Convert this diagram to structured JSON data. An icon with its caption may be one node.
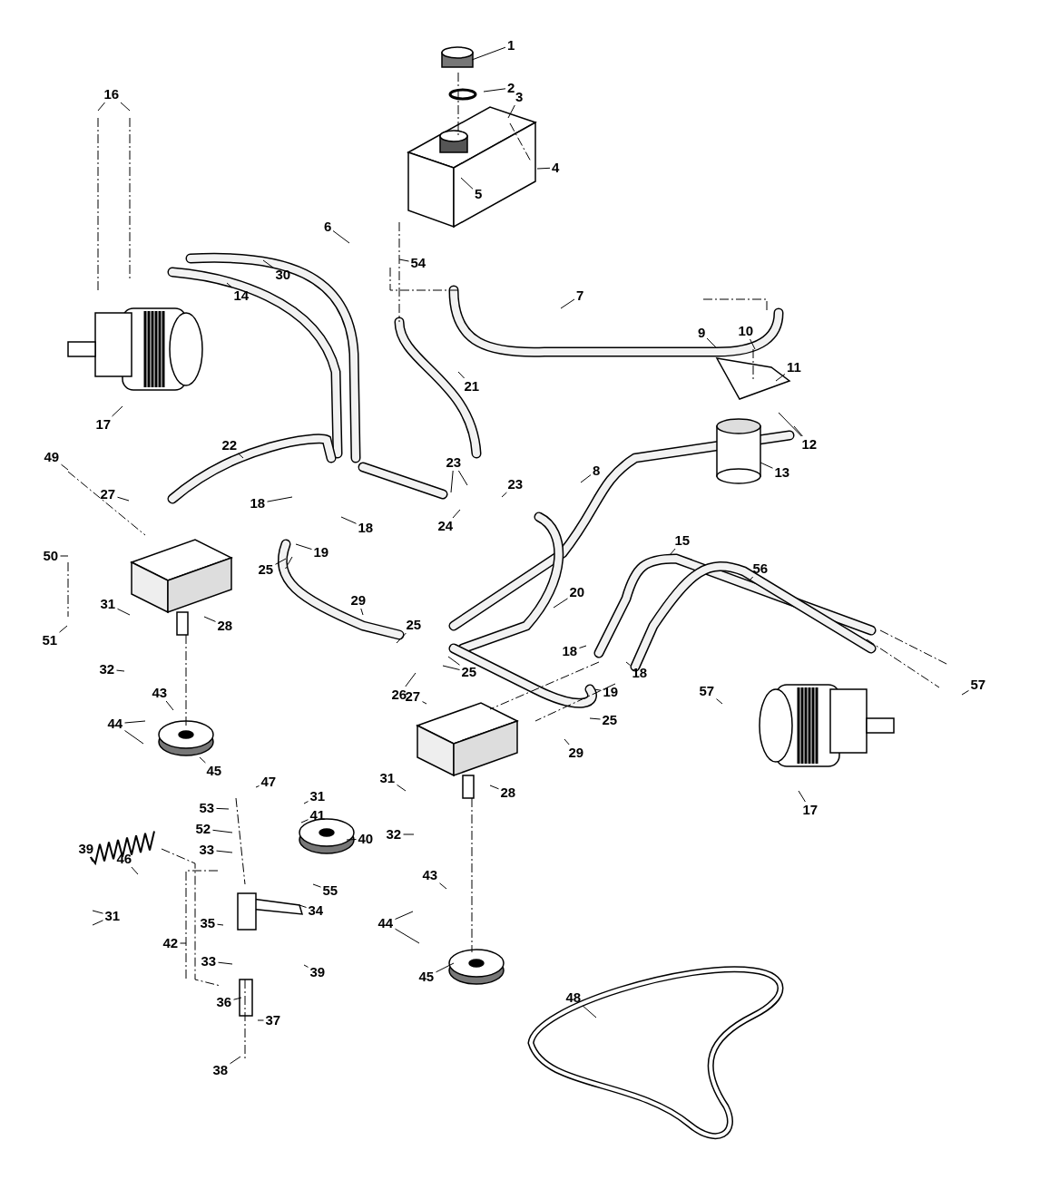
{
  "diagram": {
    "nodes": [
      {
        "text": [
          "1"
        ]
      },
      {
        "text": [
          "2"
        ]
      },
      {
        "text": [
          "16"
        ]
      },
      {
        "text": [
          "3"
        ]
      },
      {
        "text": [
          "4"
        ]
      },
      {
        "text": [
          "5"
        ]
      },
      {
        "text": [
          "6"
        ]
      },
      {
        "text": [
          "54"
        ]
      },
      {
        "text": [
          "30"
        ]
      },
      {
        "text": [
          "7"
        ]
      },
      {
        "text": [
          "14"
        ]
      },
      {
        "text": [
          "9"
        ]
      },
      {
        "text": [
          "10"
        ]
      },
      {
        "text": [
          "11"
        ]
      },
      {
        "text": [
          "21"
        ]
      },
      {
        "text": [
          "17"
        ]
      },
      {
        "text": [
          "12"
        ]
      },
      {
        "text": [
          "22"
        ]
      },
      {
        "text": [
          "49"
        ]
      },
      {
        "text": [
          "23"
        ]
      },
      {
        "text": [
          "8"
        ]
      },
      {
        "text": [
          "13"
        ]
      },
      {
        "text": [
          "23"
        ]
      },
      {
        "text": [
          "27"
        ]
      },
      {
        "text": [
          "18"
        ]
      },
      {
        "text": [
          "24"
        ]
      },
      {
        "text": [
          "18"
        ]
      },
      {
        "text": [
          "15"
        ]
      },
      {
        "text": [
          "19"
        ]
      },
      {
        "text": [
          "50"
        ]
      },
      {
        "text": [
          "25"
        ]
      },
      {
        "text": [
          "56"
        ]
      },
      {
        "text": [
          "20"
        ]
      },
      {
        "text": [
          "29"
        ]
      },
      {
        "text": [
          "31"
        ]
      },
      {
        "text": [
          "25"
        ]
      },
      {
        "text": [
          "28"
        ]
      },
      {
        "text": [
          "51"
        ]
      },
      {
        "text": [
          "18"
        ]
      },
      {
        "text": [
          "32"
        ]
      },
      {
        "text": [
          "25"
        ]
      },
      {
        "text": [
          "18"
        ]
      },
      {
        "text": [
          "57"
        ]
      },
      {
        "text": [
          "57"
        ]
      },
      {
        "text": [
          "19"
        ]
      },
      {
        "text": [
          "43"
        ]
      },
      {
        "text": [
          "26"
        ]
      },
      {
        "text": [
          "27"
        ]
      },
      {
        "text": [
          "25"
        ]
      },
      {
        "text": [
          "44"
        ]
      },
      {
        "text": [
          "29"
        ]
      },
      {
        "text": [
          "45"
        ]
      },
      {
        "text": [
          "31"
        ]
      },
      {
        "text": [
          "47"
        ]
      },
      {
        "text": [
          "28"
        ]
      },
      {
        "text": [
          "31"
        ]
      },
      {
        "text": [
          "53"
        ]
      },
      {
        "text": [
          "17"
        ]
      },
      {
        "text": [
          "41"
        ]
      },
      {
        "text": [
          "52"
        ]
      },
      {
        "text": [
          "32"
        ]
      },
      {
        "text": [
          "40"
        ]
      },
      {
        "text": [
          "39"
        ]
      },
      {
        "text": [
          "33"
        ]
      },
      {
        "text": [
          "46"
        ]
      },
      {
        "text": [
          "43"
        ]
      },
      {
        "text": [
          "55"
        ]
      },
      {
        "text": [
          "34"
        ]
      },
      {
        "text": [
          "31"
        ]
      },
      {
        "text": [
          "35"
        ]
      },
      {
        "text": [
          "44"
        ]
      },
      {
        "text": [
          "42"
        ]
      },
      {
        "text": [
          "33"
        ]
      },
      {
        "text": [
          "39"
        ]
      },
      {
        "text": [
          "45"
        ]
      },
      {
        "text": [
          "48"
        ]
      },
      {
        "text": [
          "36"
        ]
      },
      {
        "text": [
          "37"
        ]
      },
      {
        "text": [
          "38"
        ]
      }
    ],
    "edges": [
      {
        "from": 0,
        "to": null,
        "arrow": "none"
      },
      {
        "from": 1,
        "to": null,
        "arrow": "none"
      },
      {
        "from": 2,
        "to": null,
        "arrow": "none"
      },
      {
        "from": 2,
        "to": null,
        "arrow": "none"
      },
      {
        "from": 3,
        "to": null,
        "arrow": "none"
      },
      {
        "from": 4,
        "to": null,
        "arrow": "none"
      },
      {
        "from": 5,
        "to": null,
        "arrow": "none"
      },
      {
        "from": 6,
        "to": null,
        "arrow": "none"
      },
      {
        "from": 7,
        "to": null,
        "arrow": "none"
      },
      {
        "from": 8,
        "to": null,
        "arrow": "none"
      },
      {
        "from": 9,
        "to": null,
        "arrow": "none"
      },
      {
        "from": 10,
        "to": null,
        "arrow": "none"
      },
      {
        "from": 11,
        "to": null,
        "arrow": "none"
      },
      {
        "from": 12,
        "to": null,
        "arrow": "none"
      },
      {
        "from": 13,
        "to": null,
        "arrow": "none"
      },
      {
        "from": 14,
        "to": null,
        "arrow": "none"
      },
      {
        "from": 15,
        "to": null,
        "arrow": "none"
      },
      {
        "from": 16,
        "to": null,
        "arrow": "none"
      },
      {
        "from": 16,
        "to": null,
        "arrow": "none"
      },
      {
        "from": 17,
        "to": null,
        "arrow": "none"
      },
      {
        "from": 18,
        "to": null,
        "arrow": "none"
      },
      {
        "from": 19,
        "to": null,
        "arrow": "none"
      },
      {
        "from": 19,
        "to": null,
        "arrow": "none"
      },
      {
        "from": 20,
        "to": null,
        "arrow": "none"
      },
      {
        "from": 21,
        "to": null,
        "arrow": "none"
      },
      {
        "from": 22,
        "to": null,
        "arrow": "none"
      },
      {
        "from": 23,
        "to": null,
        "arrow": "none"
      },
      {
        "from": 24,
        "to": null,
        "arrow": "none"
      },
      {
        "from": 25,
        "to": null,
        "arrow": "none"
      },
      {
        "from": 26,
        "to": null,
        "arrow": "none"
      },
      {
        "from": 27,
        "to": null,
        "arrow": "none"
      },
      {
        "from": 28,
        "to": null,
        "arrow": "none"
      },
      {
        "from": 29,
        "to": null,
        "arrow": "none"
      },
      {
        "from": 30,
        "to": null,
        "arrow": "none"
      },
      {
        "from": 31,
        "to": null,
        "arrow": "none"
      },
      {
        "from": 32,
        "to": null,
        "arrow": "none"
      },
      {
        "from": 33,
        "to": null,
        "arrow": "none"
      },
      {
        "from": 34,
        "to": null,
        "arrow": "none"
      },
      {
        "from": 35,
        "to": null,
        "arrow": "none"
      },
      {
        "from": 36,
        "to": null,
        "arrow": "none"
      },
      {
        "from": 37,
        "to": null,
        "arrow": "none"
      },
      {
        "from": 38,
        "to": null,
        "arrow": "none"
      },
      {
        "from": 39,
        "to": null,
        "arrow": "none"
      },
      {
        "from": 40,
        "to": null,
        "arrow": "none"
      },
      {
        "from": 40,
        "to": null,
        "arrow": "none"
      },
      {
        "from": 41,
        "to": null,
        "arrow": "none"
      },
      {
        "from": 42,
        "to": null,
        "arrow": "none"
      },
      {
        "from": 43,
        "to": null,
        "arrow": "none"
      },
      {
        "from": 44,
        "to": null,
        "arrow": "none"
      },
      {
        "from": 45,
        "to": null,
        "arrow": "none"
      },
      {
        "from": 46,
        "to": null,
        "arrow": "none"
      },
      {
        "from": 47,
        "to": null,
        "arrow": "none"
      },
      {
        "from": 48,
        "to": null,
        "arrow": "none"
      },
      {
        "from": 49,
        "to": null,
        "arrow": "none"
      },
      {
        "from": 49,
        "to": null,
        "arrow": "none"
      },
      {
        "from": 50,
        "to": null,
        "arrow": "none"
      },
      {
        "from": 51,
        "to": null,
        "arrow": "none"
      },
      {
        "from": 52,
        "to": null,
        "arrow": "none"
      },
      {
        "from": 53,
        "to": null,
        "arrow": "none"
      },
      {
        "from": 54,
        "to": null,
        "arrow": "none"
      },
      {
        "from": 55,
        "to": null,
        "arrow": "none"
      },
      {
        "from": 56,
        "to": null,
        "arrow": "none"
      },
      {
        "from": 57,
        "to": null,
        "arrow": "none"
      },
      {
        "from": 58,
        "to": null,
        "arrow": "none"
      },
      {
        "from": 59,
        "to": null,
        "arrow": "none"
      },
      {
        "from": 60,
        "to": null,
        "arrow": "none"
      },
      {
        "from": 61,
        "to": null,
        "arrow": "none"
      },
      {
        "from": 62,
        "to": null,
        "arrow": "none"
      },
      {
        "from": 63,
        "to": null,
        "arrow": "none"
      },
      {
        "from": 64,
        "to": null,
        "arrow": "none"
      },
      {
        "from": 65,
        "to": null,
        "arrow": "none"
      },
      {
        "from": 66,
        "to": null,
        "arrow": "none"
      },
      {
        "from": 67,
        "to": null,
        "arrow": "none"
      },
      {
        "from": 68,
        "to": null,
        "arrow": "none"
      },
      {
        "from": 68,
        "to": null,
        "arrow": "none"
      },
      {
        "from": 69,
        "to": null,
        "arrow": "none"
      },
      {
        "from": 70,
        "to": null,
        "arrow": "none"
      },
      {
        "from": 70,
        "to": null,
        "arrow": "none"
      },
      {
        "from": 71,
        "to": null,
        "arrow": "none"
      },
      {
        "from": 72,
        "to": null,
        "arrow": "none"
      },
      {
        "from": 73,
        "to": null,
        "arrow": "none"
      },
      {
        "from": 74,
        "to": null,
        "arrow": "none"
      },
      {
        "from": 75,
        "to": null,
        "arrow": "none"
      },
      {
        "from": 76,
        "to": null,
        "arrow": "none"
      },
      {
        "from": 77,
        "to": null,
        "arrow": "none"
      },
      {
        "from": 78,
        "to": null,
        "arrow": "none"
      }
    ]
  }
}
